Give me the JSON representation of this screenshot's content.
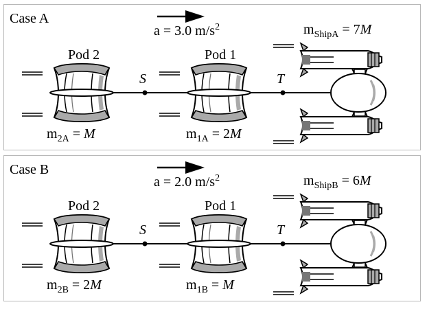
{
  "cases": [
    {
      "title": "Case A",
      "accel": {
        "text": "a = 3.0 m/s",
        "exp": "2"
      },
      "ship_mass": {
        "m": "m",
        "sub": "ShipA",
        "eq": " = 7",
        "M": "M"
      },
      "pod2_label": "Pod 2",
      "pod1_label": "Pod 1",
      "s_label": "S",
      "t_label": "T",
      "m2": {
        "m": "m",
        "sub": "2A",
        "eq": " = ",
        "M": "M"
      },
      "m1": {
        "m": "m",
        "sub": "1A",
        "eq": " = 2",
        "M": "M"
      }
    },
    {
      "title": "Case B",
      "accel": {
        "text": "a = 2.0 m/s",
        "exp": "2"
      },
      "ship_mass": {
        "m": "m",
        "sub": "ShipB",
        "eq": " = 6",
        "M": "M"
      },
      "pod2_label": "Pod 2",
      "pod1_label": "Pod 1",
      "s_label": "S",
      "t_label": "T",
      "m2": {
        "m": "m",
        "sub": "2B",
        "eq": " = 2",
        "M": "M"
      },
      "m1": {
        "m": "m",
        "sub": "1B",
        "eq": " = ",
        "M": "M"
      }
    }
  ],
  "colors": {
    "line": "#000000",
    "shading": "#aaaaaa",
    "frame": "#b8b8b8"
  }
}
